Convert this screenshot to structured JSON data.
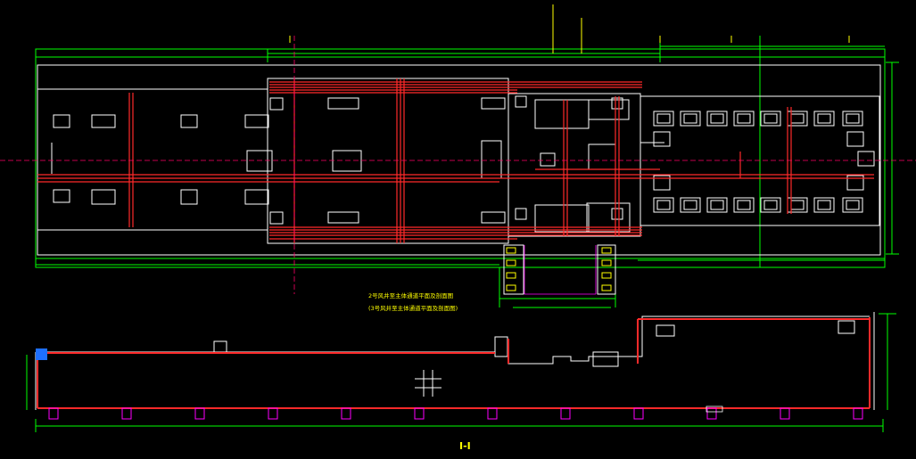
{
  "drawing": {
    "background": "#000000",
    "colors": {
      "outline": "#ffffff",
      "dimension": "#00ff00",
      "pipe": "#ff2a2a",
      "axis": "#ff0066",
      "annotation": "#ffff00",
      "centerline": "#ff0000",
      "magenta": "#ff00ff",
      "selection_grip": "#1e6fff"
    },
    "plan_title_line1": "2号风井至主体通道平面及剖面图",
    "plan_title_line2": "(3号风井至主体通道平面及剖面图)",
    "section_label": "I-I",
    "icons": {
      "selection_grip": "selection-grip-icon"
    }
  }
}
